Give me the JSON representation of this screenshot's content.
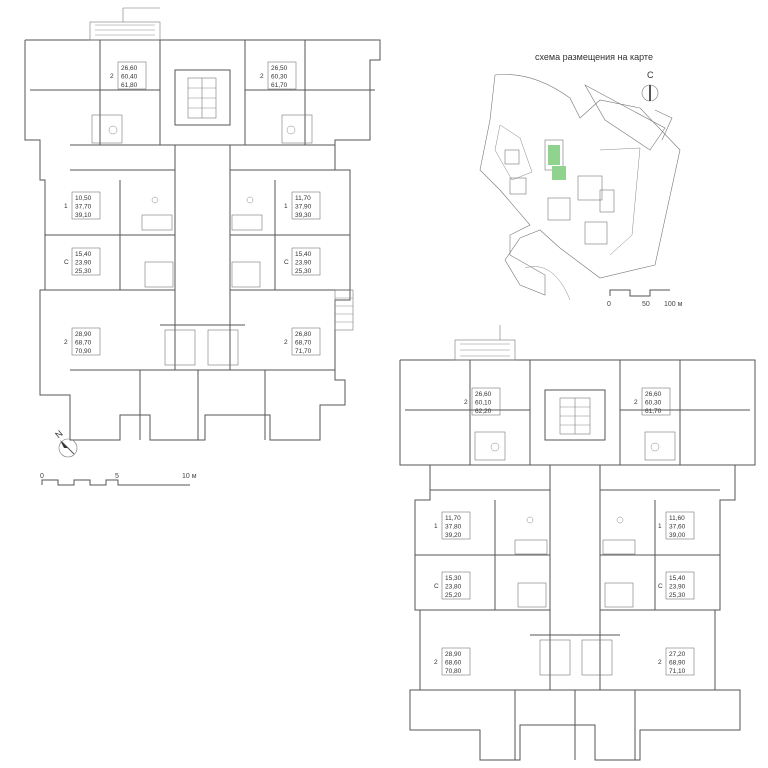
{
  "map_title": "схема размещения на карте",
  "compass_letter": "C",
  "map_scale": {
    "zero": "0",
    "mid": "50",
    "end": "100 м"
  },
  "plan_scale": {
    "zero": "0",
    "mid": "5",
    "end": "10 м"
  },
  "north_letter": "N",
  "highlight_color": "#8fd38f",
  "buildings": [
    {
      "units": [
        {
          "rooms": "2",
          "living": "26,60",
          "total": "60,40",
          "area": "61,80"
        },
        {
          "rooms": "2",
          "living": "26,50",
          "total": "60,30",
          "area": "61,70"
        },
        {
          "rooms": "1",
          "living": "10,50",
          "total": "37,70",
          "area": "39,10"
        },
        {
          "rooms": "1",
          "living": "11,70",
          "total": "37,90",
          "area": "39,30"
        },
        {
          "rooms": "С",
          "living": "15,40",
          "total": "23,90",
          "area": "25,30"
        },
        {
          "rooms": "С",
          "living": "15,40",
          "total": "23,90",
          "area": "25,30"
        },
        {
          "rooms": "2",
          "living": "28,90",
          "total": "68,70",
          "area": "70,90"
        },
        {
          "rooms": "2",
          "living": "26,80",
          "total": "68,70",
          "area": "71,70"
        }
      ]
    },
    {
      "units": [
        {
          "rooms": "2",
          "living": "26,60",
          "total": "60,10",
          "area": "62,20"
        },
        {
          "rooms": "2",
          "living": "26,60",
          "total": "60,30",
          "area": "61,70"
        },
        {
          "rooms": "1",
          "living": "11,70",
          "total": "37,80",
          "area": "39,20"
        },
        {
          "rooms": "1",
          "living": "11,60",
          "total": "37,60",
          "area": "39,00"
        },
        {
          "rooms": "С",
          "living": "15,30",
          "total": "23,80",
          "area": "25,20"
        },
        {
          "rooms": "С",
          "living": "15,40",
          "total": "23,90",
          "area": "25,30"
        },
        {
          "rooms": "2",
          "living": "28,90",
          "total": "68,60",
          "area": "70,80"
        },
        {
          "rooms": "2",
          "living": "27,20",
          "total": "68,90",
          "area": "71,10"
        }
      ]
    }
  ]
}
